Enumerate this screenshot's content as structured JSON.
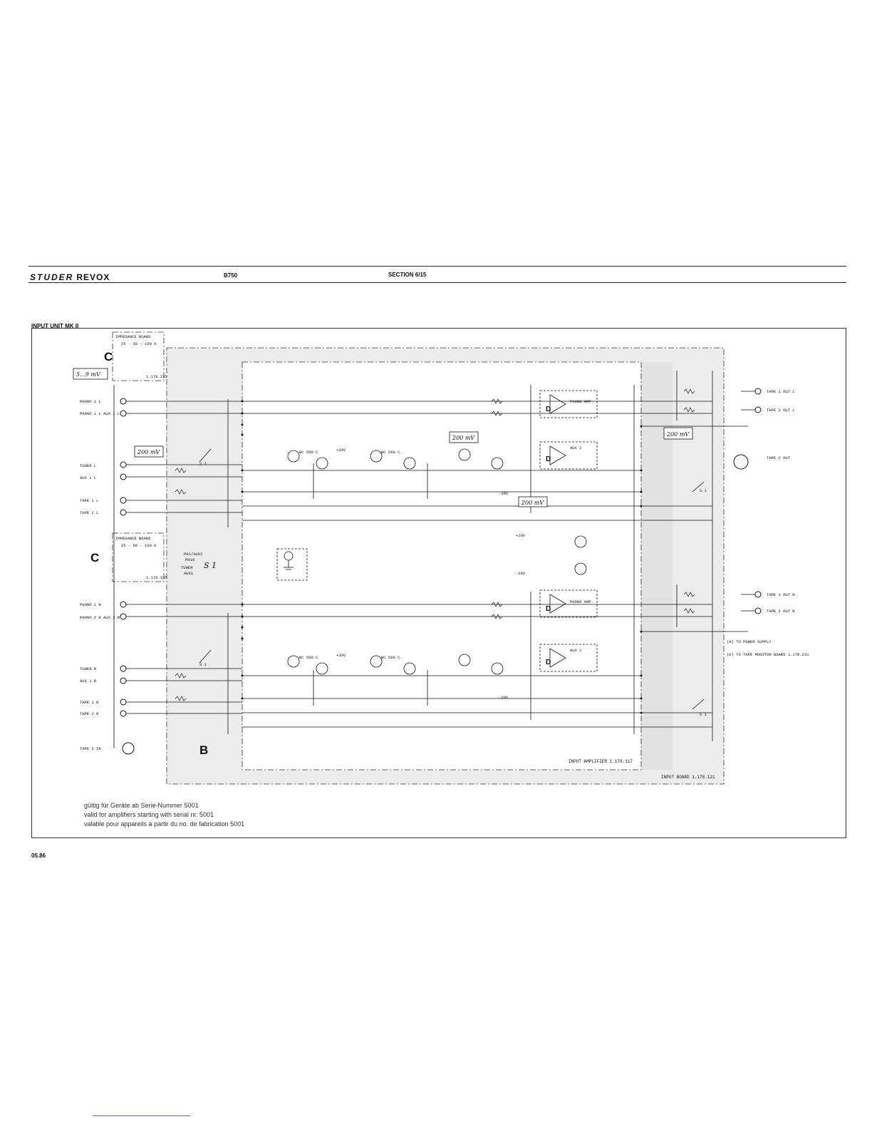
{
  "header": {
    "brand_studer": "STUDER",
    "brand_revox": "REVOX",
    "model": "B750",
    "section": "SECTION 6/15"
  },
  "page_title": "INPUT UNIT MK II",
  "validity_notes": [
    "gültig für Geräte ab Serie-Nummer 5001",
    "valid for amplifiers starting with serial nr. 5001",
    "valable pour appareils à partir du no. de fabrication 5001"
  ],
  "date": "05.86",
  "diagram": {
    "impedance_board_label": "IMPEDANCE BOARD",
    "impedance_range": "25 - 50 - 100 K",
    "impedance_part": "1.178.235",
    "level_5mv": "5...9 mV",
    "level_200mv": "200 mV",
    "letter_b": "B",
    "letter_c": "C",
    "letter_d": "D",
    "s1": "S 1",
    "selector_labels": [
      "PH1/AUX2",
      "PH10",
      "TUNER",
      "AUX1"
    ],
    "left_inputs": [
      "PHONO 1 L",
      "PHONO 1 L AUX 1 L",
      "TUNER L",
      "AUX 1 L",
      "TAPE 1 L",
      "TAPE 2 L",
      "PHONO 1 R",
      "PHONO 2 R AUX 2 R",
      "TUNER R",
      "AUX 1 R",
      "TAPE 1 R",
      "TAPE 2 R",
      "TAPE 2 IN"
    ],
    "right_outputs": [
      "TAPE 1 OUT L",
      "TAPE 2 OUT L",
      "TAPE 2 OUT",
      "TAPE 1 OUT R",
      "TAPE 2 OUT R"
    ],
    "module_labels": [
      "PHONO AMP.",
      "AUX 2",
      "PHONO AMP.",
      "AUX 1"
    ],
    "transistor_types": [
      "BC 550 C",
      "BC 560 C"
    ],
    "supply_labels": [
      "+30V",
      "-30V",
      "+20V",
      "-20V"
    ],
    "legend_power": "(A) TO POWER SUPPLY",
    "legend_monitor": "(E) TO TAPE MONITOR BOARD 1.178.231",
    "input_amplifier": "INPUT AMPLIFIER 1.178.117",
    "input_board": "INPUT BOARD 1.178.121"
  }
}
